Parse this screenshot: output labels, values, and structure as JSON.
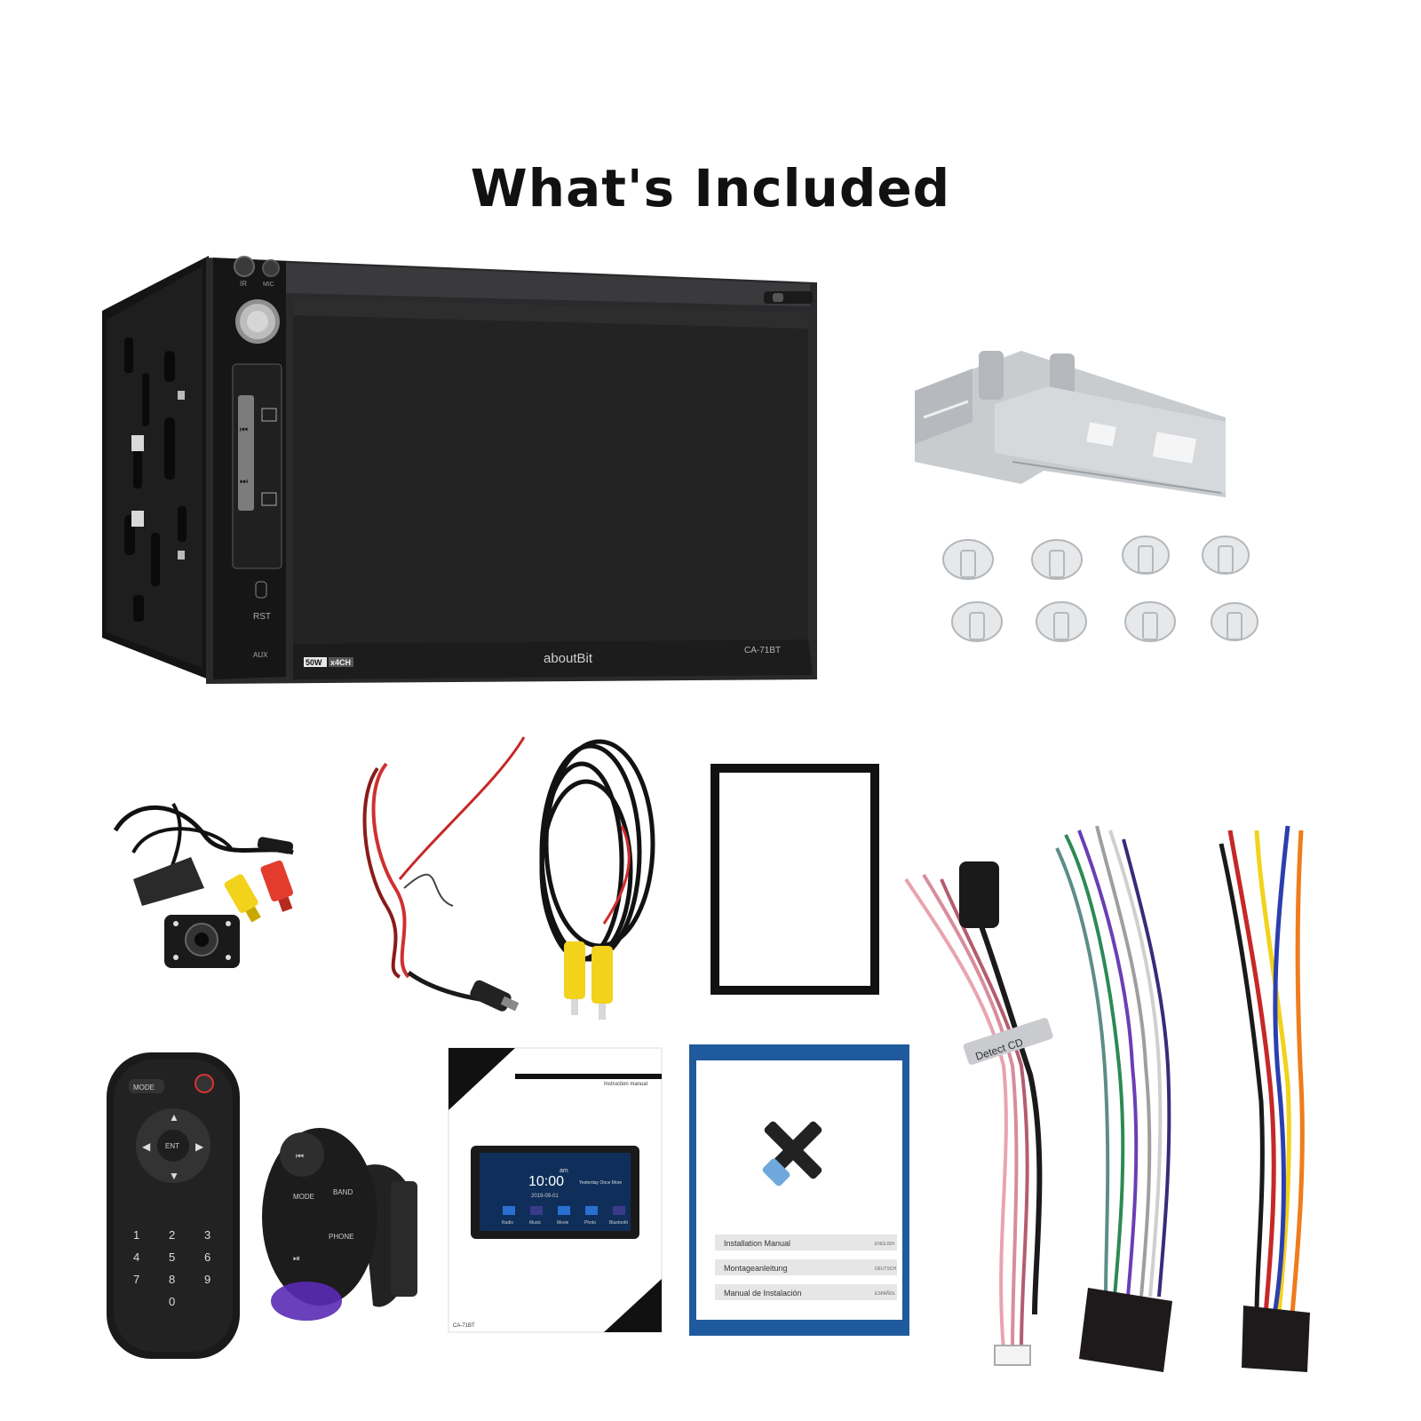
{
  "title": "What's Included",
  "head_unit": {
    "brand": "aboutBit",
    "model": "CA-71BT",
    "power_badge": "50W",
    "channels_badge": "x4CH",
    "reset_label": "RST",
    "ir_label": "IR",
    "mic_label": "MIC",
    "aux_label": "AUX"
  },
  "manual_1": {
    "header": "Instruction manual",
    "model": "CA-71BT",
    "screen_time": "10:00",
    "screen_ampm": "am",
    "screen_date": "2019-09-01",
    "screen_song": "Yesterday Once More",
    "screen_apps": [
      "Radio",
      "Music",
      "Movie",
      "Photo",
      "Bluetooth"
    ]
  },
  "manual_2": {
    "entries": [
      {
        "title": "Installation Manual",
        "lang": "ENGLISH"
      },
      {
        "title": "Montageanleitung",
        "lang": "DEUTSCH"
      },
      {
        "title": "Manual de Instalación",
        "lang": "ESPAÑOL"
      }
    ]
  },
  "remote": {
    "mode_label": "MODE",
    "ent_label": "ENT",
    "keys": [
      "1",
      "2",
      "3",
      "4",
      "5",
      "6",
      "7",
      "8",
      "9",
      "0"
    ]
  },
  "steering_remote": {
    "labels": [
      "MODE",
      "BAND",
      "PHONE"
    ]
  },
  "harness_tag": "Detect CD",
  "colors": {
    "unit_body": "#1b1b1d",
    "screen": "#232323",
    "bracket": "#c9cccf",
    "manual_blue": "#1f5a9e",
    "rca_yellow": "#f2d21b",
    "rca_red": "#e33b2e"
  }
}
